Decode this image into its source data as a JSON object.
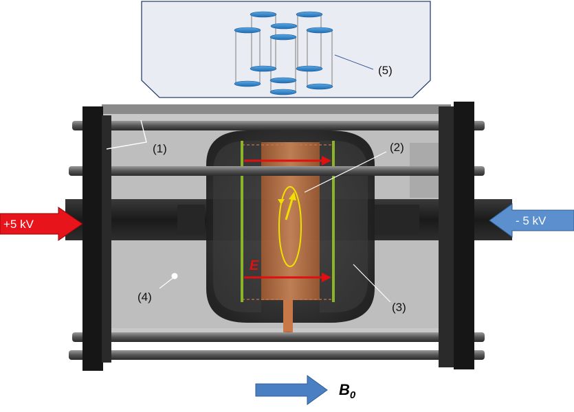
{
  "labels": {
    "callout_1": "(1)",
    "callout_2": "(2)",
    "callout_3": "(3)",
    "callout_4": "(4)",
    "callout_5": "(5)"
  },
  "arrows": {
    "positive_voltage": "+5 kV",
    "negative_voltage": "- 5 kV",
    "field_E": "E",
    "field_B_main": "B",
    "field_B_sub": "0"
  },
  "colors": {
    "positive_arrow": "#e8141b",
    "negative_arrow": "#5b8fcd",
    "b0_arrow": "#4a7fc4",
    "electrode": "#8bb42a",
    "copper": "#c87848",
    "efield": "#e01010",
    "orbit": "#f0e000",
    "inset_stack": "#3a86c9"
  }
}
